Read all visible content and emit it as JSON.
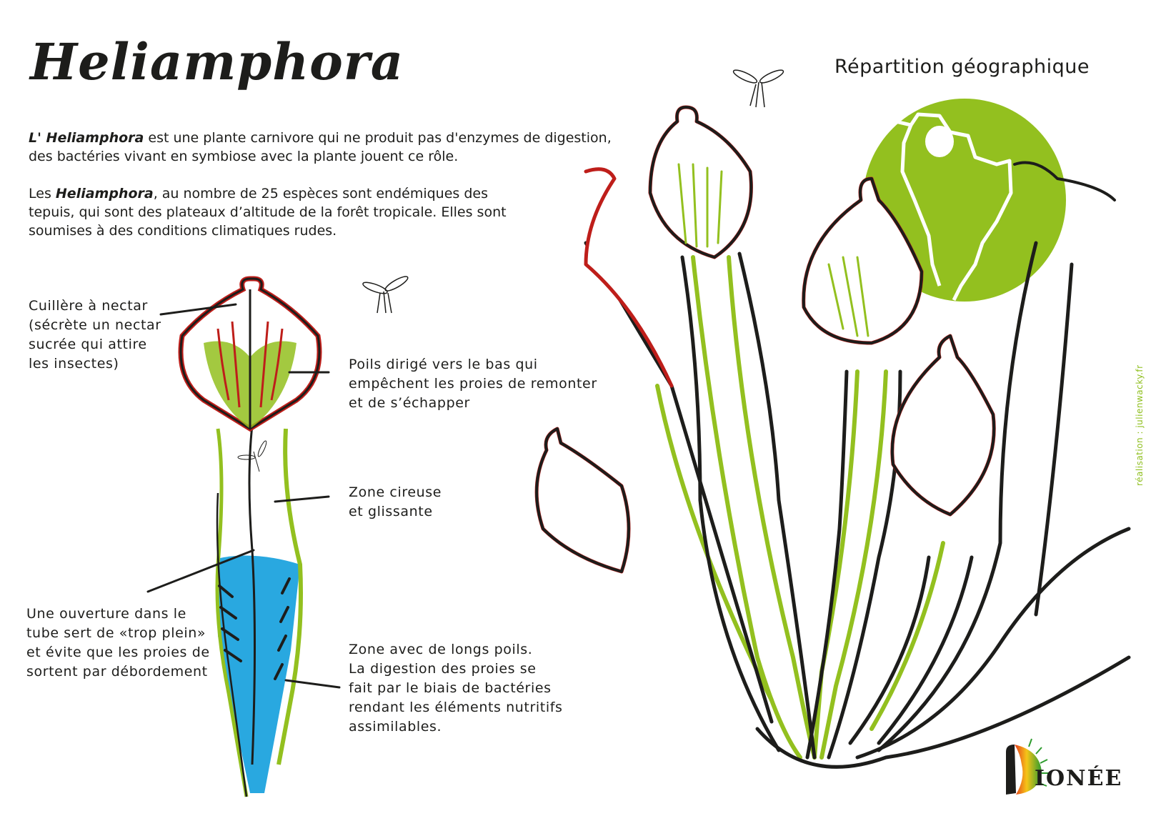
{
  "header": {
    "title": "Heliamphora",
    "geo_title": "Répartition géographique"
  },
  "intro": {
    "p1_prefix": "L' ",
    "p1_bold": "Heliamphora",
    "p1_rest": " est une plante carnivore qui ne produit pas d'enzymes de digestion, des bactéries vivant en symbiose avec la plante jouent ce rôle.",
    "p2_prefix": "Les ",
    "p2_bold": "Heliamphora",
    "p2_rest": ", au nombre de 25 espèces sont endémiques des tepuis, qui sont des plateaux d’altitude de la forêt tropicale. Elles sont soumises à des conditions climatiques rudes."
  },
  "diagram_labels": {
    "nectar_spoon": "Cuillère à nectar\n(sécrète un nectar\nsucrée qui attire\nles insectes)",
    "downward_hairs": "Poils dirigé vers le bas qui\nempêchent les proies de remonter\net de s’échapper",
    "waxy_zone": "Zone cireuse\net glissante",
    "overflow_opening": "Une ouverture dans le\ntube sert de «trop plein»\net évite que les proies de\nsortent par débordement",
    "long_hairs_zone": "Zone avec de longs poils.\nLa digestion des proies se\nfait par le biais de bactéries\nrendant les éléments nutritifs\nassimilables."
  },
  "credit": "réalisation : julienwacky.fr",
  "logo": {
    "text": "IONÉE",
    "brand": "Dionée"
  },
  "colors": {
    "ink": "#1d1d1b",
    "leaf_green": "#93c01f",
    "pitcher_red": "#be1e1a",
    "water_blue": "#29a8e0",
    "credit_green": "#8fbf1f"
  }
}
